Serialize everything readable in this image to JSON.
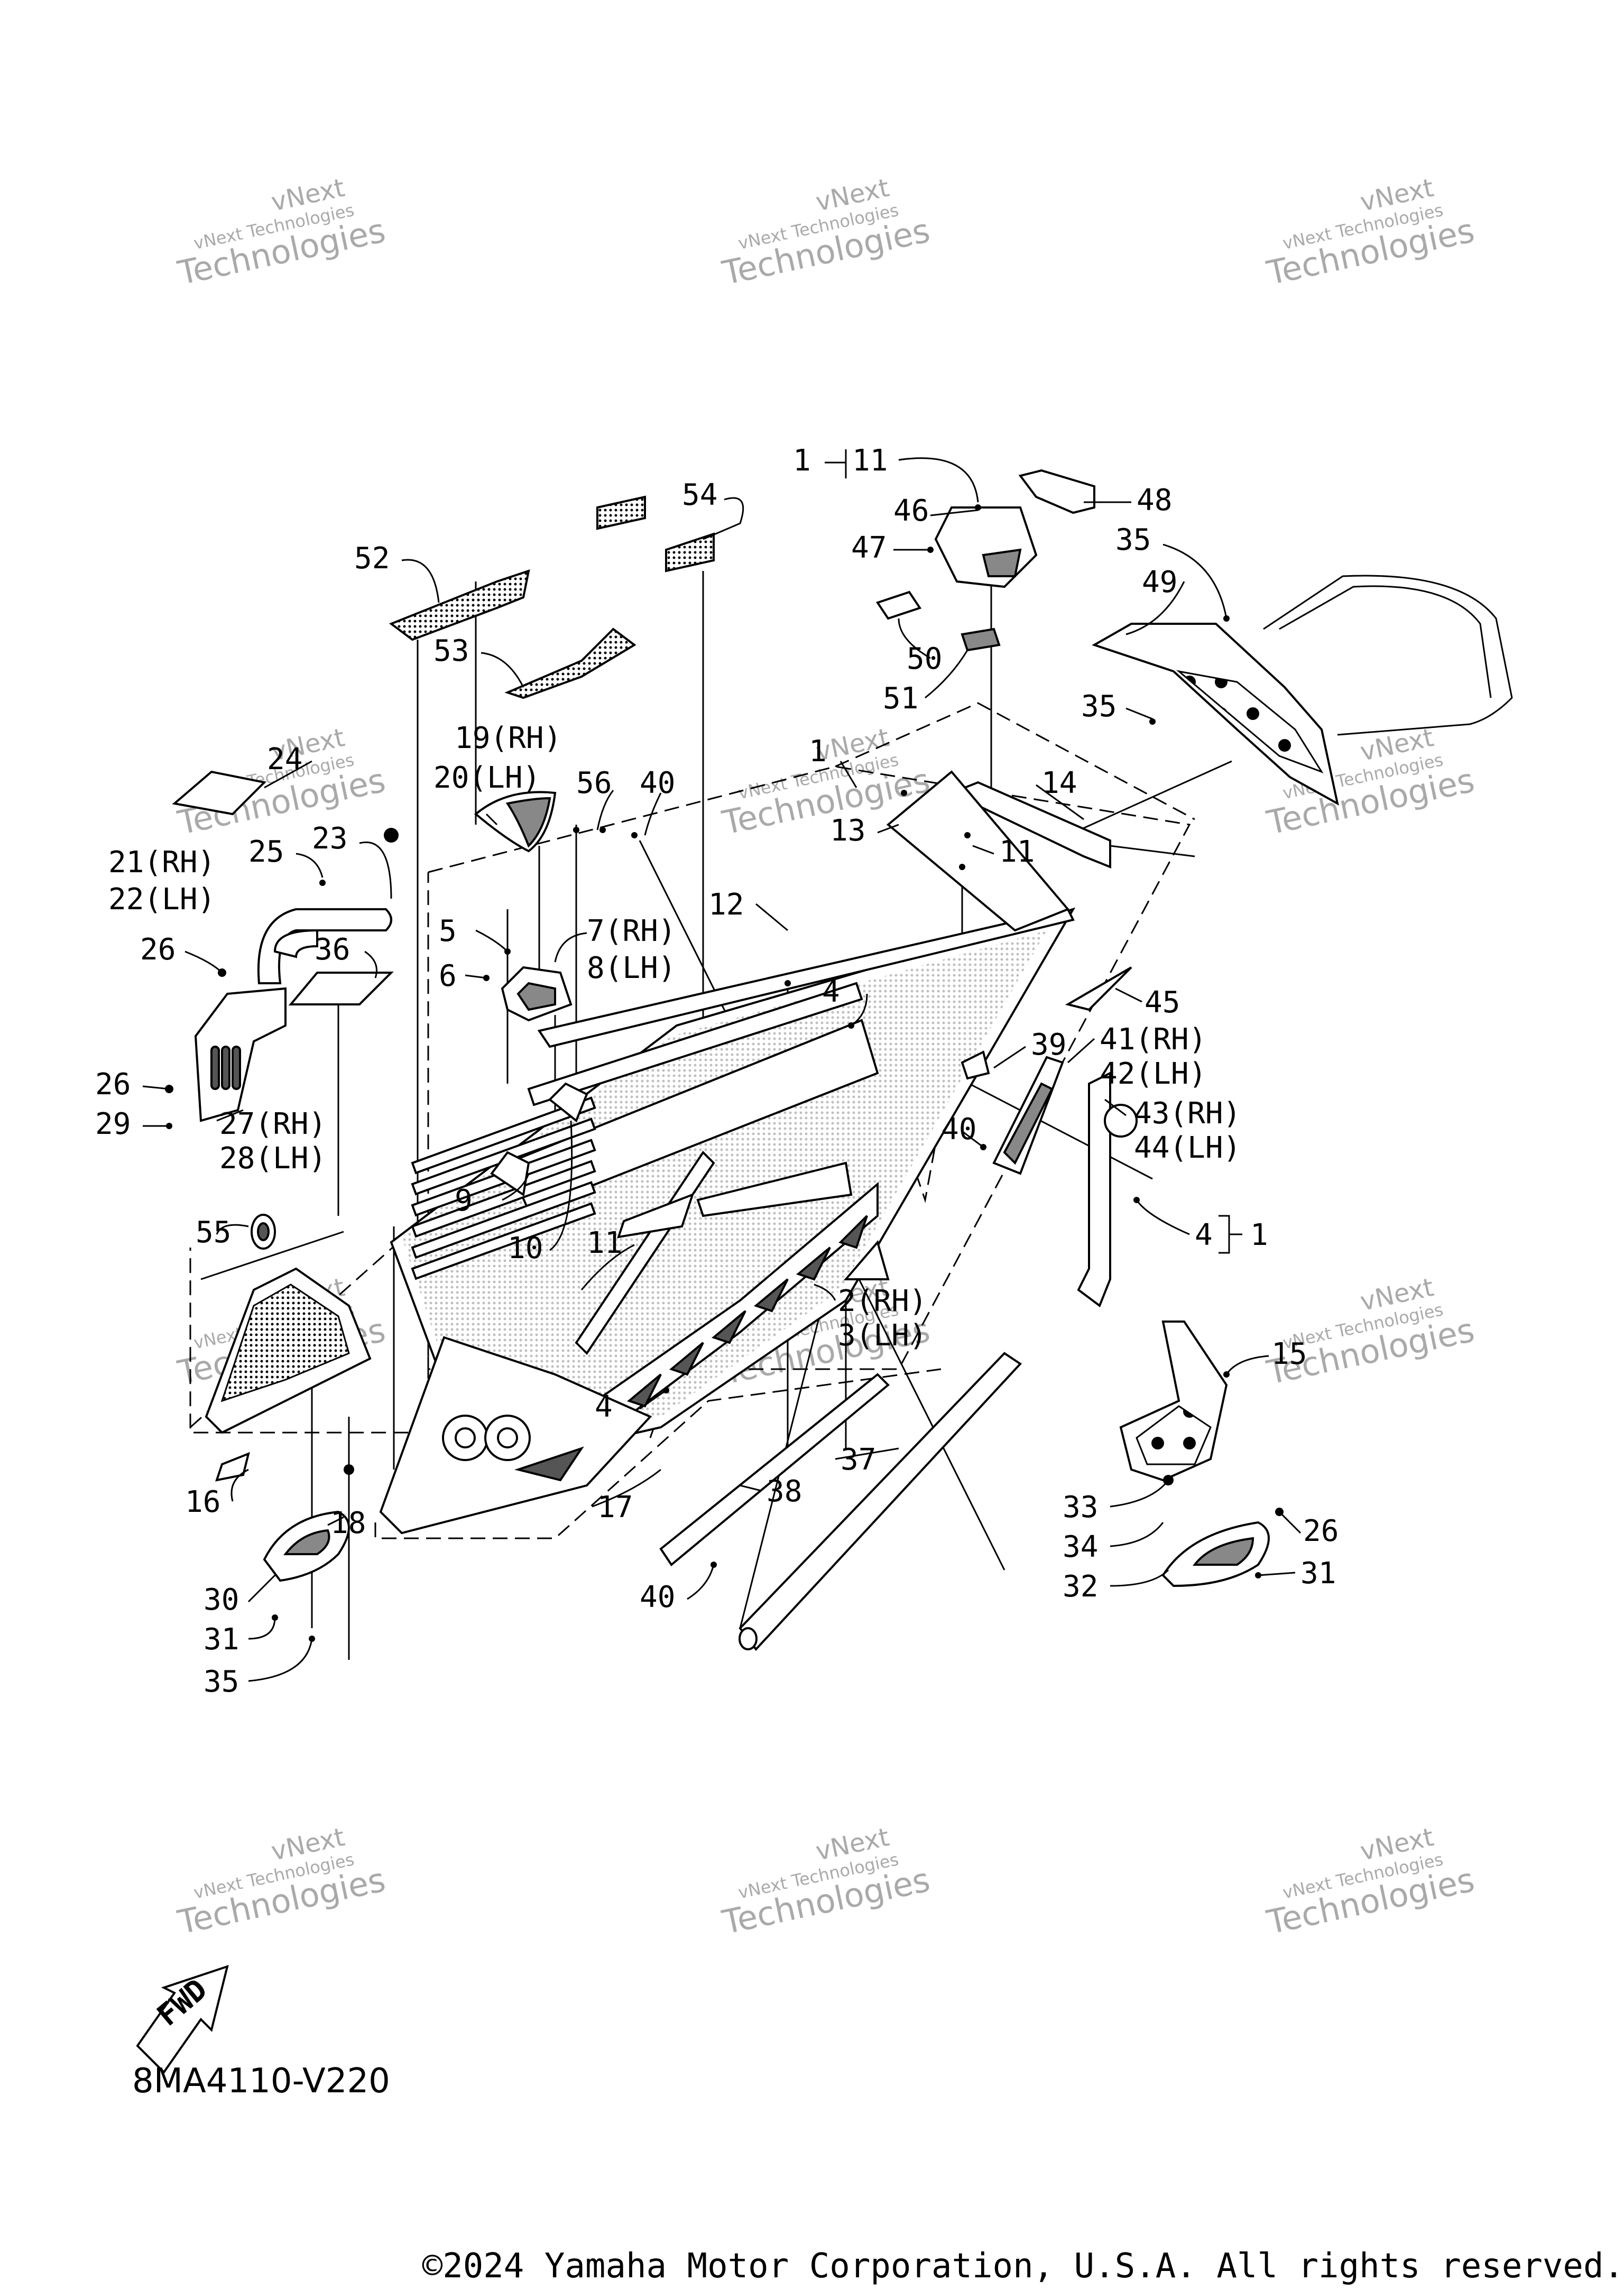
{
  "diagram": {
    "code": "8MA4110-V220",
    "copyright": "©2024 Yamaha Motor Corporation, U.S.A. All rights reserved.",
    "fwd_label": "FWD",
    "watermark": {
      "line1": "vNext Technologies",
      "line2": "Technologies",
      "logo": "vNext"
    },
    "callouts": {
      "c1": "1",
      "c1b": "1",
      "c1c": "1",
      "c2": "2(RH)",
      "c3": "3(LH)",
      "c4a": "4",
      "c4b": "4",
      "c4c": "4",
      "c5": "5",
      "c6": "6",
      "c7": "7(RH)",
      "c8": "8(LH)",
      "c9": "9",
      "c10": "10",
      "c11a": "11",
      "c11b": "11",
      "c11c": "11",
      "c12": "12",
      "c13": "13",
      "c14": "14",
      "c15": "15",
      "c16": "16",
      "c17": "17",
      "c18": "18",
      "c19": "19(RH)",
      "c20": "20(LH)",
      "c21": "21(RH)",
      "c22": "22(LH)",
      "c23": "23",
      "c24": "24",
      "c25": "25",
      "c26a": "26",
      "c26b": "26",
      "c26c": "26",
      "c27": "27(RH)",
      "c28": "28(LH)",
      "c29": "29",
      "c30": "30",
      "c31a": "31",
      "c31b": "31",
      "c32": "32",
      "c33": "33",
      "c34": "34",
      "c35a": "35",
      "c35b": "35",
      "c35c": "35",
      "c36": "36",
      "c37": "37",
      "c38": "38",
      "c39": "39",
      "c40a": "40",
      "c40b": "40",
      "c40c": "40",
      "c41": "41(RH)",
      "c42": "42(LH)",
      "c43": "43(RH)",
      "c44": "44(LH)",
      "c45": "45",
      "c46": "46",
      "c47": "47",
      "c48": "48",
      "c49": "49",
      "c50": "50",
      "c51": "51",
      "c52": "52",
      "c53": "53",
      "c54": "54",
      "c55": "55",
      "c56": "56"
    }
  }
}
